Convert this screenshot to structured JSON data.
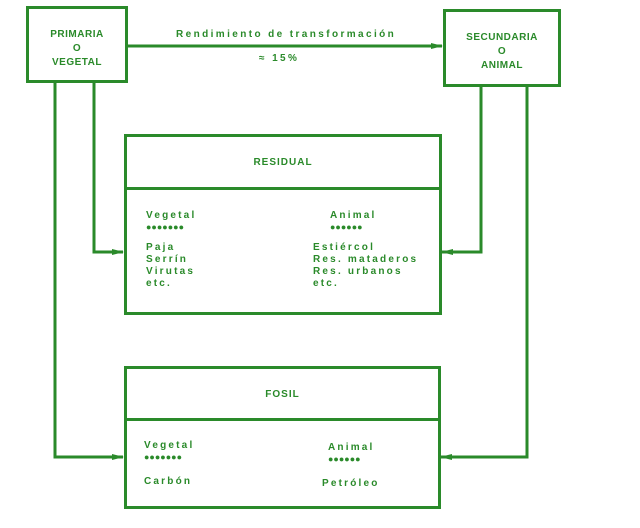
{
  "colors": {
    "ink": "#2a8a2a",
    "background": "#ffffff"
  },
  "nodes": {
    "primaria": {
      "lines": [
        "PRIMARIA",
        "O",
        "VEGETAL"
      ]
    },
    "secundaria": {
      "lines": [
        "SECUNDARIA",
        "O",
        "ANIMAL"
      ]
    }
  },
  "edges": {
    "primaria_to_secundaria": {
      "label": "Rendimiento de transformación",
      "value": "≈ 15%"
    }
  },
  "residual": {
    "title": "RESIDUAL",
    "vegetal": {
      "heading": "Vegetal",
      "dots": "●●●●●●●",
      "items": [
        "Paja",
        "Serrín",
        "Virutas",
        "etc."
      ]
    },
    "animal": {
      "heading": "Animal",
      "dots": "●●●●●●",
      "items": [
        "Estiércol",
        "Res. mataderos",
        "Res. urbanos",
        "etc."
      ]
    }
  },
  "fosil": {
    "title": "FOSIL",
    "vegetal": {
      "heading": "Vegetal",
      "dots": "●●●●●●●",
      "items": [
        "Carbón"
      ]
    },
    "animal": {
      "heading": "Animal",
      "dots": "●●●●●●",
      "items": [
        "Petróleo"
      ]
    }
  }
}
